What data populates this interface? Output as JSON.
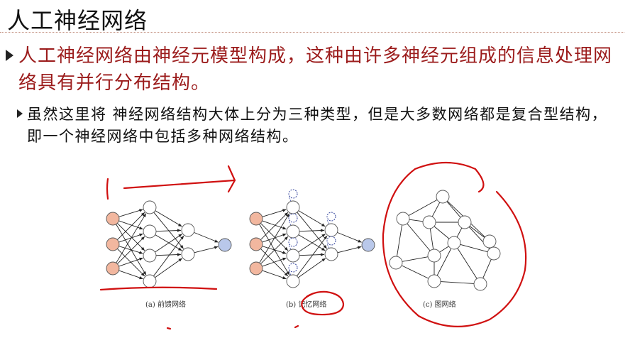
{
  "slide": {
    "title": "人工神经网络",
    "bullet_main": "人工神经网络由神经元模型构成，这种由许多神经元组成的信息处理网络具有并行分布结构。",
    "bullet_sub": "虽然这里将 神经网络结构大体上分为三种类型，但是大多数网络都是复合型结构，即一个神经网络中包括多种网络结构。"
  },
  "figure": {
    "captions": {
      "a": "(a) 前馈网络",
      "b": "(b) 记忆网络",
      "c": "(c) 图网络"
    },
    "colors": {
      "input_node": "#f2b79f",
      "hidden_node": "#ffffff",
      "output_node": "#b9c8ea",
      "memory_node": "#3a4aa0",
      "edge": "#222222",
      "annotation": "#d01010"
    }
  }
}
